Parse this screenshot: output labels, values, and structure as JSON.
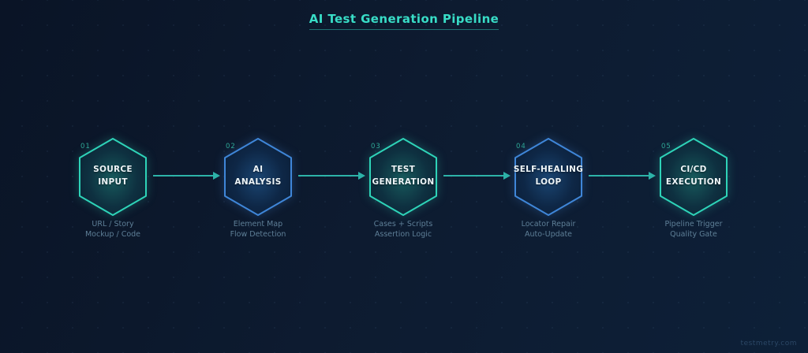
{
  "page": {
    "title": "AI Test Generation Pipeline",
    "watermark": "testmetry.com"
  },
  "theme": {
    "background": "#0d1b30",
    "accent_teal": "#2ed3b8",
    "accent_blue": "#3f86d8",
    "arrow_color": "#2db3a8",
    "node_text_color": "#edf4f7",
    "sublabel_color": "#5e7f97",
    "title_color": "#38dcc6"
  },
  "pipeline": {
    "nodes": [
      {
        "number": "01",
        "color": "teal",
        "title_line1": "SOURCE",
        "title_line2": "INPUT",
        "sub_line1": "URL / Story",
        "sub_line2": "Mockup / Code"
      },
      {
        "number": "02",
        "color": "blue",
        "title_line1": "AI",
        "title_line2": "ANALYSIS",
        "sub_line1": "Element Map",
        "sub_line2": "Flow Detection"
      },
      {
        "number": "03",
        "color": "teal",
        "title_line1": "TEST",
        "title_line2": "GENERATION",
        "sub_line1": "Cases + Scripts",
        "sub_line2": "Assertion Logic"
      },
      {
        "number": "04",
        "color": "blue",
        "title_line1": "SELF-HEALING",
        "title_line2": "LOOP",
        "sub_line1": "Locator Repair",
        "sub_line2": "Auto-Update"
      },
      {
        "number": "05",
        "color": "teal",
        "title_line1": "CI/CD",
        "title_line2": "EXECUTION",
        "sub_line1": "Pipeline Trigger",
        "sub_line2": "Quality Gate"
      }
    ]
  }
}
